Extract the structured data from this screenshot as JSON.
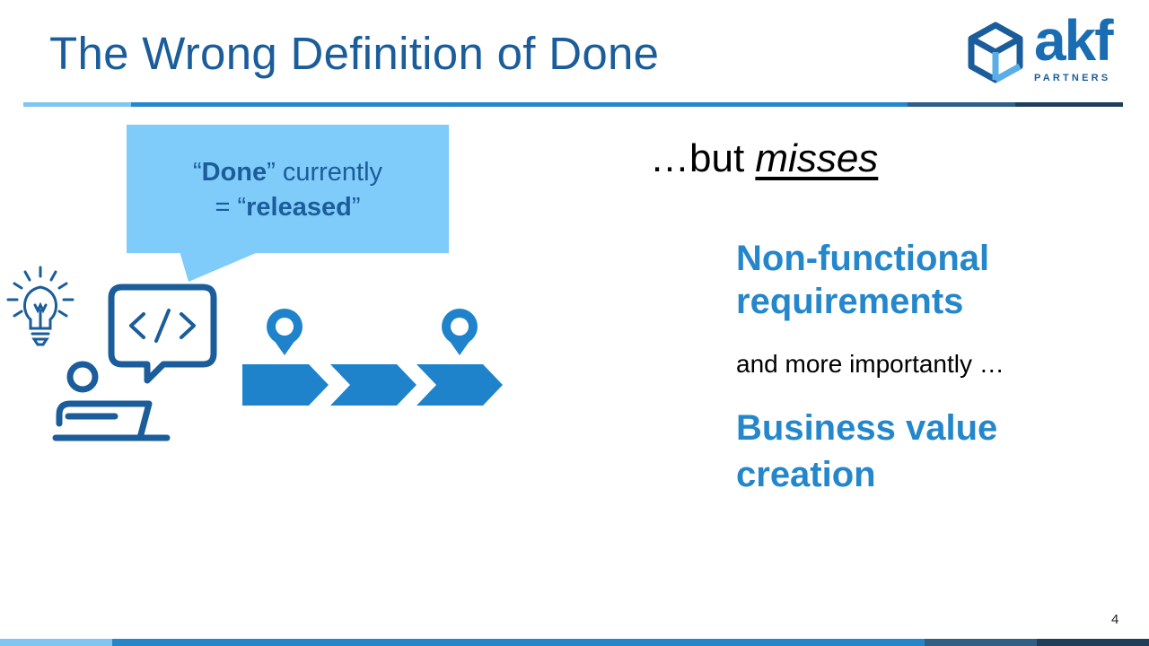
{
  "slide": {
    "title": "The Wrong Definition of Done",
    "page_number": "4"
  },
  "logo": {
    "name": "akf",
    "sub": "PARTNERS"
  },
  "bubble": {
    "open_quote": "“",
    "word1": "Done",
    "mid": "” currently",
    "line2_prefix": "= “",
    "word2": "released",
    "close_quote": "”"
  },
  "misses": {
    "prefix": "…but ",
    "word": "misses"
  },
  "points": {
    "nfr": "Non-functional requirements",
    "connector": "and more importantly …",
    "business_value": "Business value creation"
  },
  "icons": [
    "lightbulb-icon",
    "developer-laptop-icon",
    "code-icon",
    "milestone-pin-icon",
    "chevron-arrow-icon",
    "akf-cube-logo-icon"
  ],
  "colors": {
    "title": "#1a5d9a",
    "accent": "#2487cc",
    "bubble": "#7fcbfa",
    "icon_dark": "#1a5d9a",
    "icon_mid": "#1f83cc"
  }
}
